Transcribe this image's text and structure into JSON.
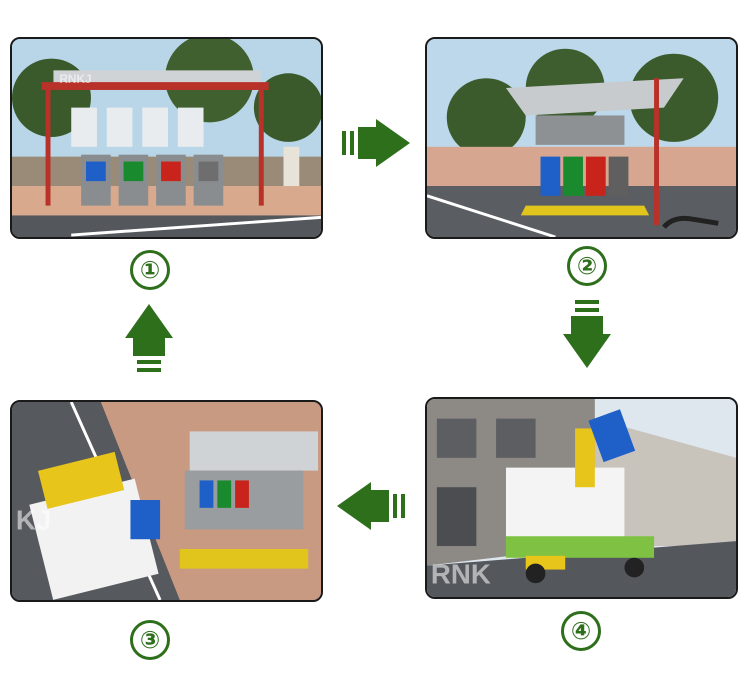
{
  "panels": [
    {
      "id": "1",
      "step_label": "①",
      "watermark": "RNKJ"
    },
    {
      "id": "2",
      "step_label": "②",
      "watermark": ""
    },
    {
      "id": "3",
      "step_label": "③",
      "watermark": "KJ"
    },
    {
      "id": "4",
      "step_label": "④",
      "watermark": "RNK"
    }
  ],
  "flow": [
    {
      "from": "1",
      "to": "2",
      "direction": "right"
    },
    {
      "from": "2",
      "to": "4",
      "direction": "down"
    },
    {
      "from": "4",
      "to": "3",
      "direction": "left"
    },
    {
      "from": "3",
      "to": "1",
      "direction": "up"
    }
  ],
  "colors": {
    "arrow": "#2e6f1c",
    "bin_blue": "#1f5fc8",
    "bin_green": "#1a8a2e",
    "bin_red": "#c8241c",
    "bin_gray": "#7d7d7d",
    "shelter_frame": "#b8322a"
  }
}
